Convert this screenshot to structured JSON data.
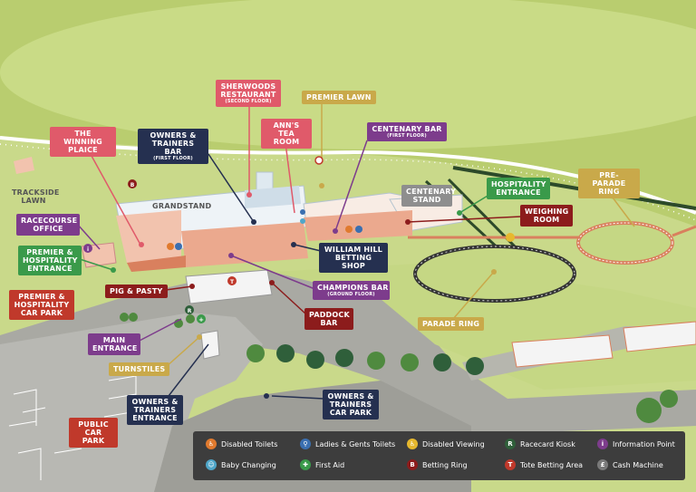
{
  "labels": {
    "sherwoods": {
      "title": "SHERWOODS RESTAURANT",
      "sub": "(SECOND FLOOR)"
    },
    "premier_lawn": "PREMIER LAWN",
    "winning_plaice": "THE WINNING PLAICE",
    "owners_trainers_bar": {
      "title": "OWNERS & TRAINERS BAR",
      "sub": "(FIRST FLOOR)"
    },
    "anns_tea_room": "ANN'S TEA ROOM",
    "centenary_bar": {
      "title": "CENTENARY BAR",
      "sub": "(FIRST FLOOR)"
    },
    "pre_parade_ring": "PRE-PARADE RING",
    "hospitality_entrance": "HOSPITALITY ENTRANCE",
    "centenary_stand": "CENTENARY STAND",
    "tracksidelawn": "TRACKSIDE LAWN",
    "grandstand": "GRANDSTAND",
    "racecourse_office": "RACECOURSE OFFICE",
    "weighing_room": "WEIGHING ROOM",
    "premier_hosp_entrance": "PREMIER & HOSPITALITY ENTRANCE",
    "william_hill": "WILLIAM HILL BETTING SHOP",
    "premier_hosp_carpark": "PREMIER & HOSPITALITY CAR PARK",
    "pig_pasty": "PIG & PASTY",
    "champions_bar": {
      "title": "CHAMPIONS BAR",
      "sub": "(GROUND FLOOR)"
    },
    "paddock_bar": "PADDOCK BAR",
    "parade_ring": "PARADE RING",
    "main_entrance": "MAIN ENTRANCE",
    "turnstiles": "TURNSTILES",
    "owners_trainers_entrance": "OWNERS & TRAINERS ENTRANCE",
    "owners_trainers_carpark": "OWNERS & TRAINERS CAR PARK",
    "public_carpark": "PUBLIC CAR PARK"
  },
  "legend": [
    {
      "icon": "disabled-toilets-icon",
      "glyph": "♿",
      "color": "#e07a2e",
      "label": "Disabled Toilets"
    },
    {
      "icon": "toilets-icon",
      "glyph": "⚲",
      "color": "#3a6fb0",
      "label": "Ladies & Gents Toilets"
    },
    {
      "icon": "disabled-viewing-icon",
      "glyph": "♿",
      "color": "#e6b82e",
      "label": "Disabled Viewing"
    },
    {
      "icon": "racecard-kiosk-icon",
      "glyph": "R",
      "color": "#2f5f3a",
      "label": "Racecard Kiosk"
    },
    {
      "icon": "information-point-icon",
      "glyph": "i",
      "color": "#7d3c8c",
      "label": "Information Point"
    },
    {
      "icon": "baby-changing-icon",
      "glyph": "☺",
      "color": "#4fa6c9",
      "label": "Baby Changing"
    },
    {
      "icon": "first-aid-icon",
      "glyph": "✚",
      "color": "#3a9a4a",
      "label": "First Aid"
    },
    {
      "icon": "betting-ring-icon",
      "glyph": "B",
      "color": "#8c1c1c",
      "label": "Betting Ring"
    },
    {
      "icon": "tote-betting-icon",
      "glyph": "T",
      "color": "#c0392b",
      "label": "Tote Betting Area"
    },
    {
      "icon": "cash-machine-icon",
      "glyph": "£",
      "color": "#7a7a7a",
      "label": "Cash Machine"
    }
  ]
}
